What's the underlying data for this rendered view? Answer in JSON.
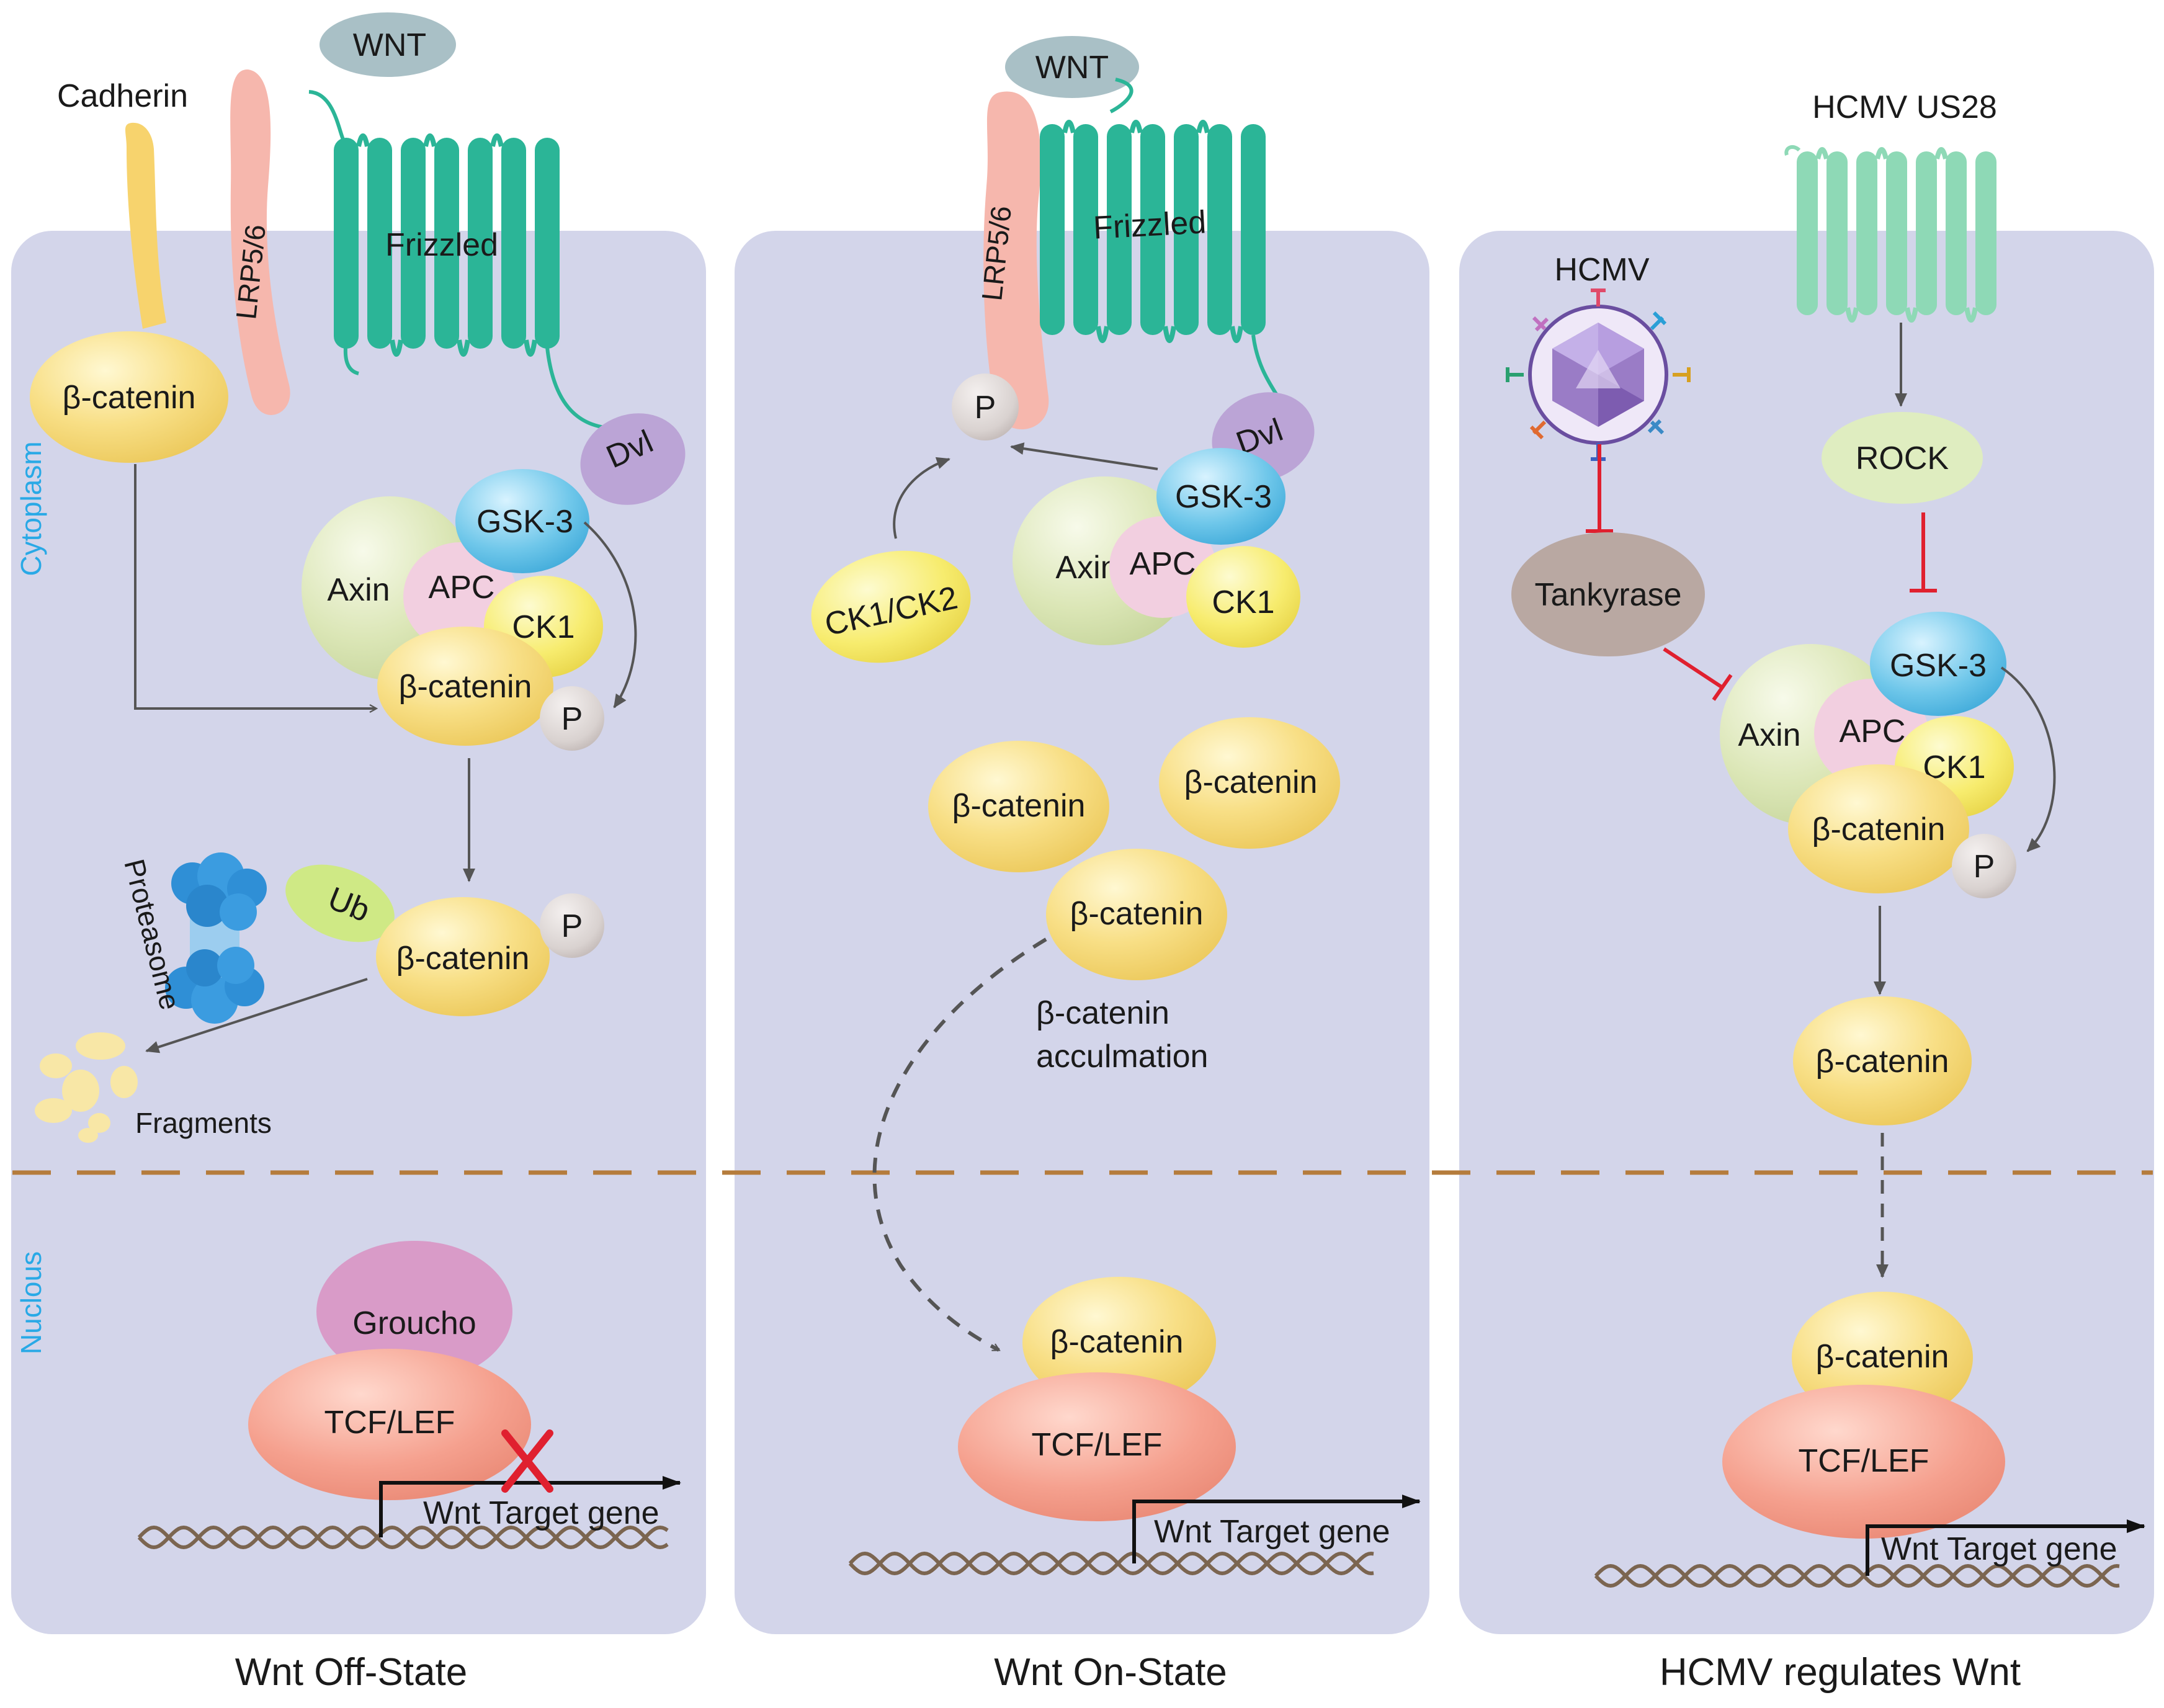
{
  "colors": {
    "panel": "#d3d5ea",
    "frizzled": "#2bb597",
    "us28": "#8ed9b6",
    "beta_catenin": "#f8df86",
    "axin": "#dbe6b6",
    "apc": "#f2cfe0",
    "ck1": "#f7ec6e",
    "gsk3": "#6fc7ea",
    "dvl": "#bba4d6",
    "p": "#d9d2d0",
    "lrp": "#f6b7ad",
    "cadherin": "#f7d36d",
    "wnt": "#a9c0c6",
    "groucho": "#d99bc8",
    "tcf": "#f5a08e",
    "proteasome": "#2f8fd6",
    "ub": "#cfe985",
    "tankyrase": "#b9a8a2",
    "rock": "#dfedc0",
    "virus": "#9a7cc6",
    "dna": "#7b6550",
    "nuclear_boundary": "#b57c3c",
    "inhibit": "#e0202f",
    "side_labels": "#29a9e6"
  },
  "side_labels": {
    "cytoplasm": "Cytoplasm",
    "nucleus": "Nuclous"
  },
  "panels": {
    "off": {
      "caption": "Wnt Off-State",
      "wnt": "WNT",
      "cadherin": "Cadherin",
      "lrp": "LRP5/6",
      "frizzled": "Frizzled",
      "dvl": "Dvl",
      "gsk3": "GSK-3",
      "axin": "Axin",
      "apc": "APC",
      "ck1": "CK1",
      "beta_membrane": "β-catenin",
      "beta_complex": "β-catenin",
      "p_complex": "P",
      "proteasome": "Proteasome",
      "ub": "Ub",
      "beta_ub": "β-catenin",
      "p_ub": "P",
      "fragments": "Fragments",
      "groucho": "Groucho",
      "tcf": "TCF/LEF",
      "gene": "Wnt Target gene"
    },
    "on": {
      "caption": "Wnt On-State",
      "wnt": "WNT",
      "lrp": "LRP5/6",
      "frizzled": "Frizzled",
      "p": "P",
      "dvl": "Dvl",
      "gsk3": "GSK-3",
      "axin": "Axin",
      "apc": "APC",
      "ck1": "CK1",
      "ck1ck2": "CK1/CK2",
      "beta_a": "β-catenin",
      "beta_b": "β-catenin",
      "beta_c": "β-catenin",
      "accum_line1": "β-catenin",
      "accum_line2": "acculmation",
      "beta_nuc": "β-catenin",
      "tcf": "TCF/LEF",
      "gene": "Wnt Target gene"
    },
    "hcmv": {
      "caption": "HCMV regulates Wnt",
      "us28": "HCMV US28",
      "hcmv": "HCMV",
      "rock": "ROCK",
      "tankyrase": "Tankyrase",
      "gsk3": "GSK-3",
      "axin": "Axin",
      "apc": "APC",
      "ck1": "CK1",
      "beta_complex": "β-catenin",
      "p": "P",
      "beta_free": "β-catenin",
      "beta_nuc": "β-catenin",
      "tcf": "TCF/LEF",
      "gene": "Wnt Target gene"
    }
  }
}
